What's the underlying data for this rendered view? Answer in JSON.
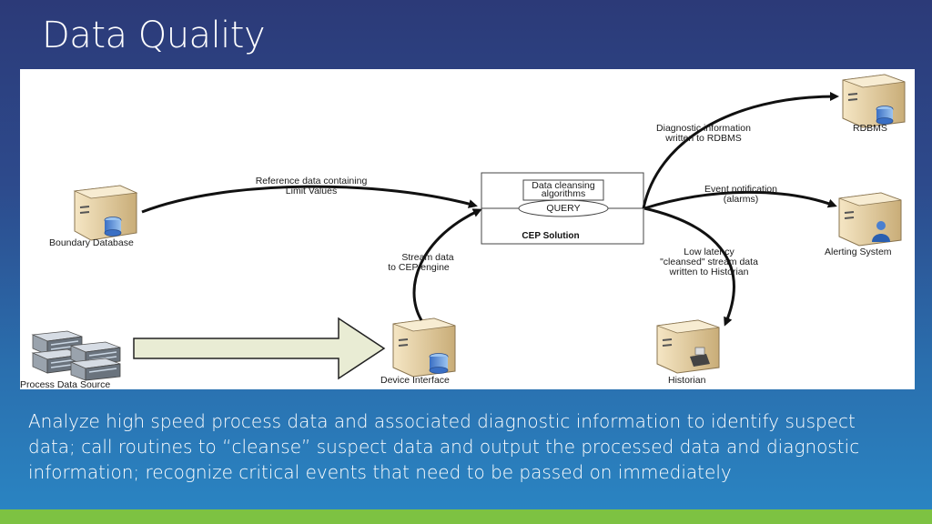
{
  "slide": {
    "title": "Data Quality",
    "caption": "Analyze high speed process data and associated diagnostic information to identify suspect data; call routines to “cleanse” suspect data and output the processed data and diagnostic information; recognize critical events that need to be passed on immediately"
  },
  "diagram": {
    "nodes": {
      "boundary_db": "Boundary Database",
      "process_source": "Process Data Source",
      "device_interface": "Device Interface",
      "rdbms": "RDBMS",
      "alerting": "Alerting System",
      "historian": "Historian"
    },
    "cep": {
      "algorithms_line1": "Data cleansing",
      "algorithms_line2": "algorithms",
      "query": "QUERY",
      "title": "CEP Solution"
    },
    "edges": {
      "reference_line1": "Reference data containing",
      "reference_line2": "Limit Values",
      "stream_line1": "Stream data",
      "stream_line2": "to CEP engine",
      "diagnostic_line1": "Diagnostic information",
      "diagnostic_line2": "written to RDBMS",
      "event_line1": "Event notification",
      "event_line2": "(alarms)",
      "lowlat_line1": "Low latency",
      "lowlat_line2": "\"cleansed\" stream data",
      "lowlat_line3": "written to Historian"
    }
  }
}
